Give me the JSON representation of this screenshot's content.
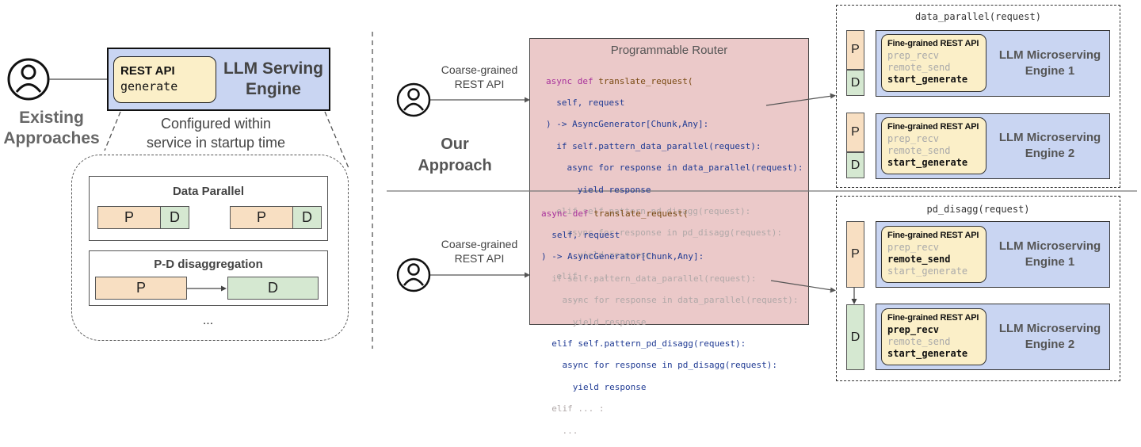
{
  "left": {
    "engine_title": "LLM Serving Engine",
    "rest_api_title": "REST API",
    "rest_api_func": "generate",
    "existing_label": "Existing\nApproaches",
    "configured_label": "Configured within\nservice in startup time",
    "data_parallel": {
      "title": "Data Parallel",
      "p": "P",
      "d": "D"
    },
    "pd_disagg": {
      "title": "P-D disaggregation",
      "p": "P",
      "d": "D"
    },
    "ellipsis": "..."
  },
  "our_approach_label": "Our\nApproach",
  "router": {
    "title": "Programmable Router",
    "coarse_label": "Coarse-grained\nREST API"
  },
  "code_top": [
    "async def translate_request(",
    "  self, request",
    ") -> AsyncGenerator[Chunk,Any]:",
    "  if self.pattern_data_parallel(request):",
    "    async for response in data_parallel(request):",
    "      yield response",
    "  elif self.pattern_pd_disagg(request):",
    "    async for response in pd_disagg(request):",
    "      yield response",
    "  elif ... :",
    "    ..."
  ],
  "code_bottom": [
    "async def translate_request(",
    "  self, request",
    ") -> AsyncGenerator[Chunk,Any]:",
    "  if self.pattern_data_parallel(request):",
    "    async for response in data_parallel(request):",
    "      yield response",
    "  elif self.pattern_pd_disagg(request):",
    "    async for response in pd_disagg(request):",
    "      yield response",
    "  elif ... :",
    "    ..."
  ],
  "top_group": {
    "title": "data_parallel(request)",
    "engines": [
      {
        "name": "LLM Microserving\nEngine 1",
        "api_title": "Fine-grained REST API",
        "funcs": [
          "prep_recv",
          "remote_send",
          "start_generate"
        ],
        "active": [
          false,
          false,
          true
        ],
        "p": "P",
        "d": "D"
      },
      {
        "name": "LLM Microserving\nEngine 2",
        "api_title": "Fine-grained REST API",
        "funcs": [
          "prep_recv",
          "remote_send",
          "start_generate"
        ],
        "active": [
          false,
          false,
          true
        ],
        "p": "P",
        "d": "D"
      }
    ]
  },
  "bottom_group": {
    "title": "pd_disagg(request)",
    "engines": [
      {
        "name": "LLM Microserving\nEngine 1",
        "api_title": "Fine-grained REST API",
        "funcs": [
          "prep_recv",
          "remote_send",
          "start_generate"
        ],
        "active": [
          false,
          true,
          false
        ],
        "p": "P"
      },
      {
        "name": "LLM Microserving\nEngine 2",
        "api_title": "Fine-grained REST API",
        "funcs": [
          "prep_recv",
          "remote_send",
          "start_generate"
        ],
        "active": [
          true,
          false,
          true
        ],
        "d": "D"
      }
    ]
  },
  "colors": {
    "engine_blue": "#c9d5f2",
    "api_yellow": "#fbefc8",
    "router_pink": "#ebc9c9",
    "p_orange": "#f8dfc2",
    "d_green": "#d5e8d1"
  }
}
